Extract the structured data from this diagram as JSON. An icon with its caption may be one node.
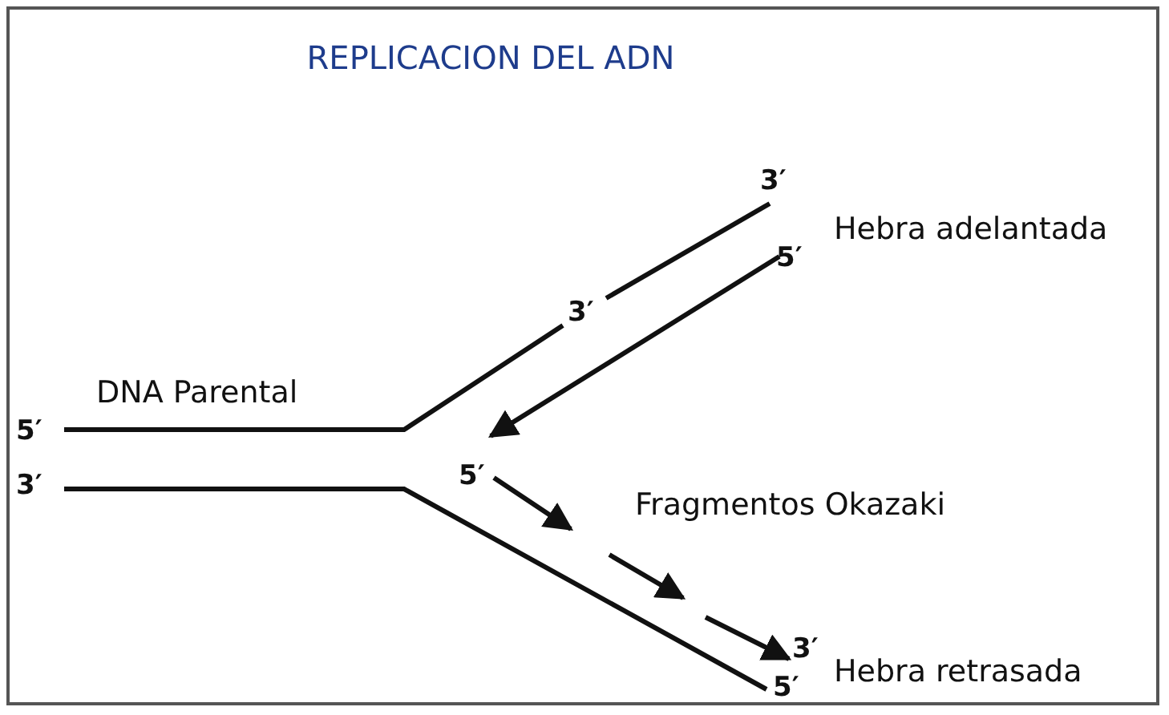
{
  "diagram": {
    "title": "REPLICACION DEL ADN",
    "labels": [
      "3′",
      "Hebra adelantada",
      "5′",
      "3′",
      "DNA Parental",
      "5′",
      "3′",
      "5′",
      "Fragmentos Okazaki",
      "3′",
      "Hebra retrasada",
      "5′"
    ]
  }
}
